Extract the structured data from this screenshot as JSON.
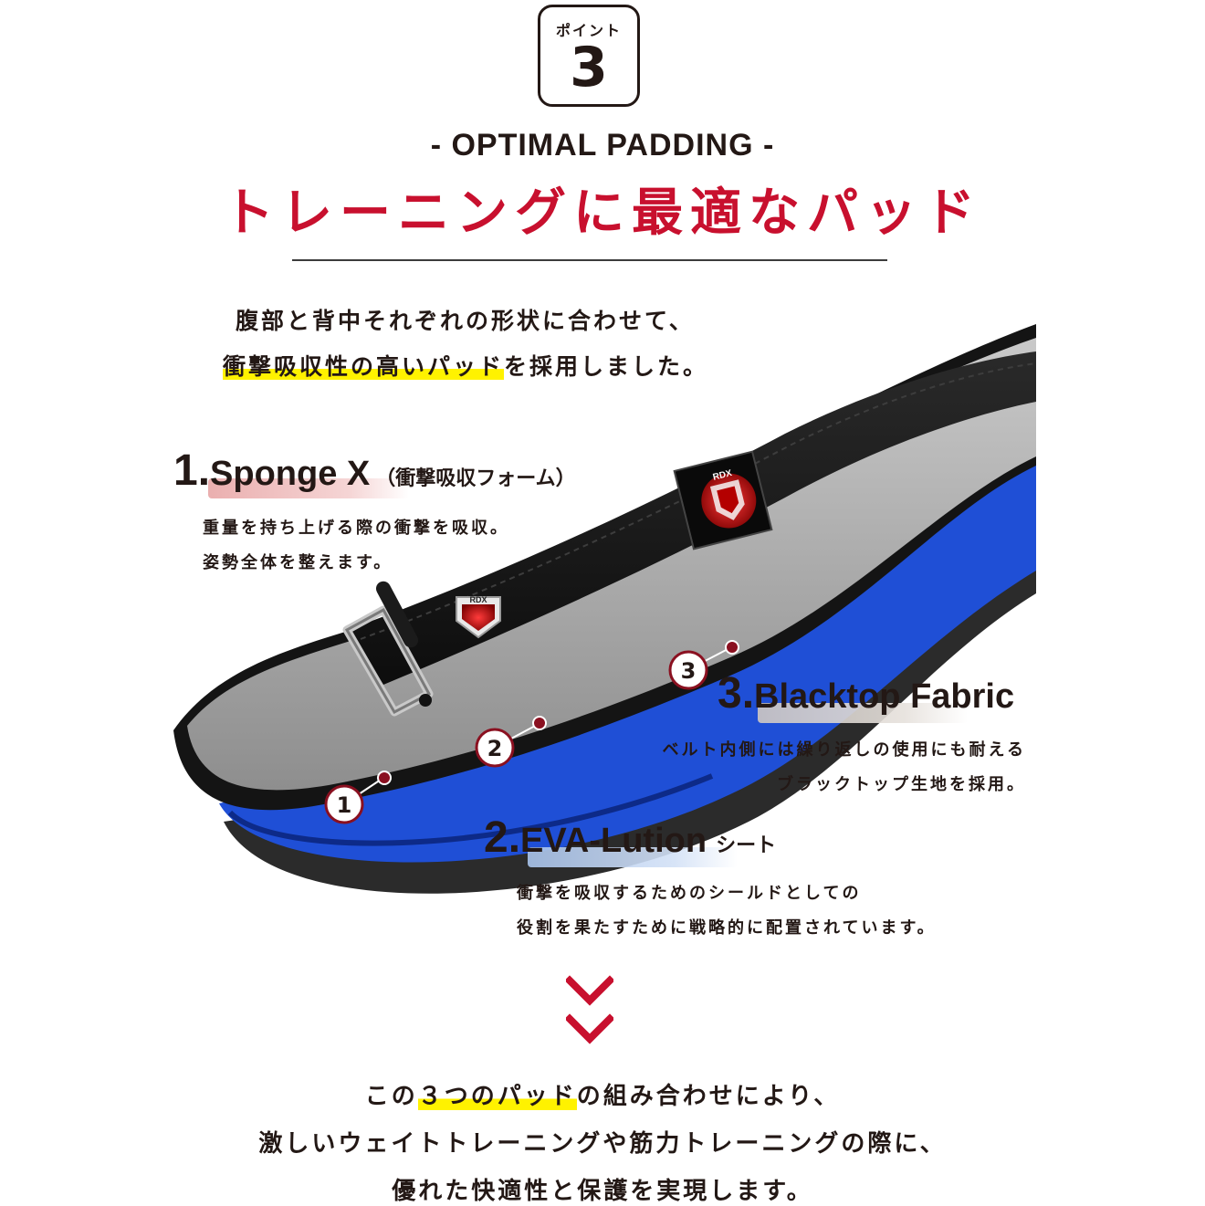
{
  "badge": {
    "label": "ポイント",
    "number": "3"
  },
  "title_en": "- OPTIMAL PADDING -",
  "title_jp": "トレーニングに最適なパッド",
  "intro": {
    "line1": "腹部と背中それぞれの形状に合わせて、",
    "line2_highlight": "衝撃吸収性の高いパッド",
    "line2_rest": "を採用しました。"
  },
  "belt": {
    "logo_text": "RDX",
    "markers": [
      "1",
      "2",
      "3"
    ]
  },
  "features": [
    {
      "number": "1.",
      "name": "Sponge X",
      "sub": "（衝撃吸収フォーム）",
      "desc": [
        "重量を持ち上げる際の衝撃を吸収。",
        "姿勢全体を整えます。"
      ]
    },
    {
      "number": "2.",
      "name": "EVA-Lution",
      "sub": "シート",
      "desc": [
        "衝撃を吸収するためのシールドとしての",
        "役割を果たすために戦略的に配置されています。"
      ]
    },
    {
      "number": "3.",
      "name": "Blacktop Fabric",
      "sub": "",
      "desc": [
        "ベルト内側には繰り返しの使用にも耐える",
        "ブラックトップ生地を採用。"
      ]
    }
  ],
  "final": {
    "line1_pre": "この",
    "line1_highlight": "３つのパッド",
    "line1_post": "の組み合わせにより、",
    "line2": "激しいウェイトトレーニングや筋力トレーニングの際に、",
    "line3": "優れた快適性と保護を実現します。"
  },
  "colors": {
    "accent_red": "#c8102e",
    "highlight_yellow": "#fff200",
    "belt_blue": "#1f4fd6",
    "text": "#231815"
  }
}
